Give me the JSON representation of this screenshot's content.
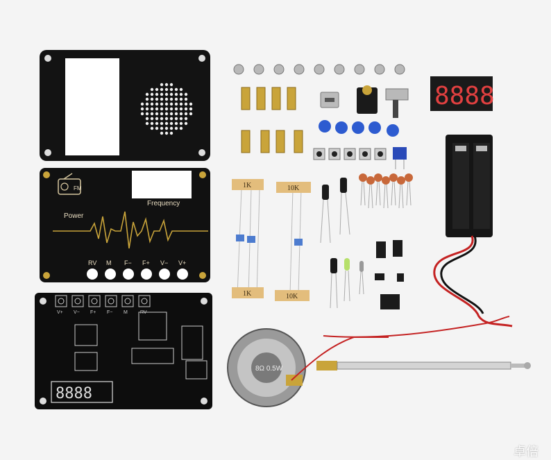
{
  "front_panel": {
    "labels": {
      "power": "Power",
      "frequency": "Frequency",
      "fm_badge": "FM"
    },
    "buttons": [
      "RV",
      "M",
      "F−",
      "F+",
      "V−",
      "V+"
    ]
  },
  "main_board": {
    "key_labels": [
      "V+",
      "V−",
      "F+",
      "F−",
      "M",
      "RV"
    ]
  },
  "components": {
    "resistor_tapes": [
      "1K",
      "10K",
      "1K",
      "10K"
    ],
    "display_digits": "8888",
    "speaker_label": "8Ω 0.5W"
  },
  "watermark": "卓倍"
}
